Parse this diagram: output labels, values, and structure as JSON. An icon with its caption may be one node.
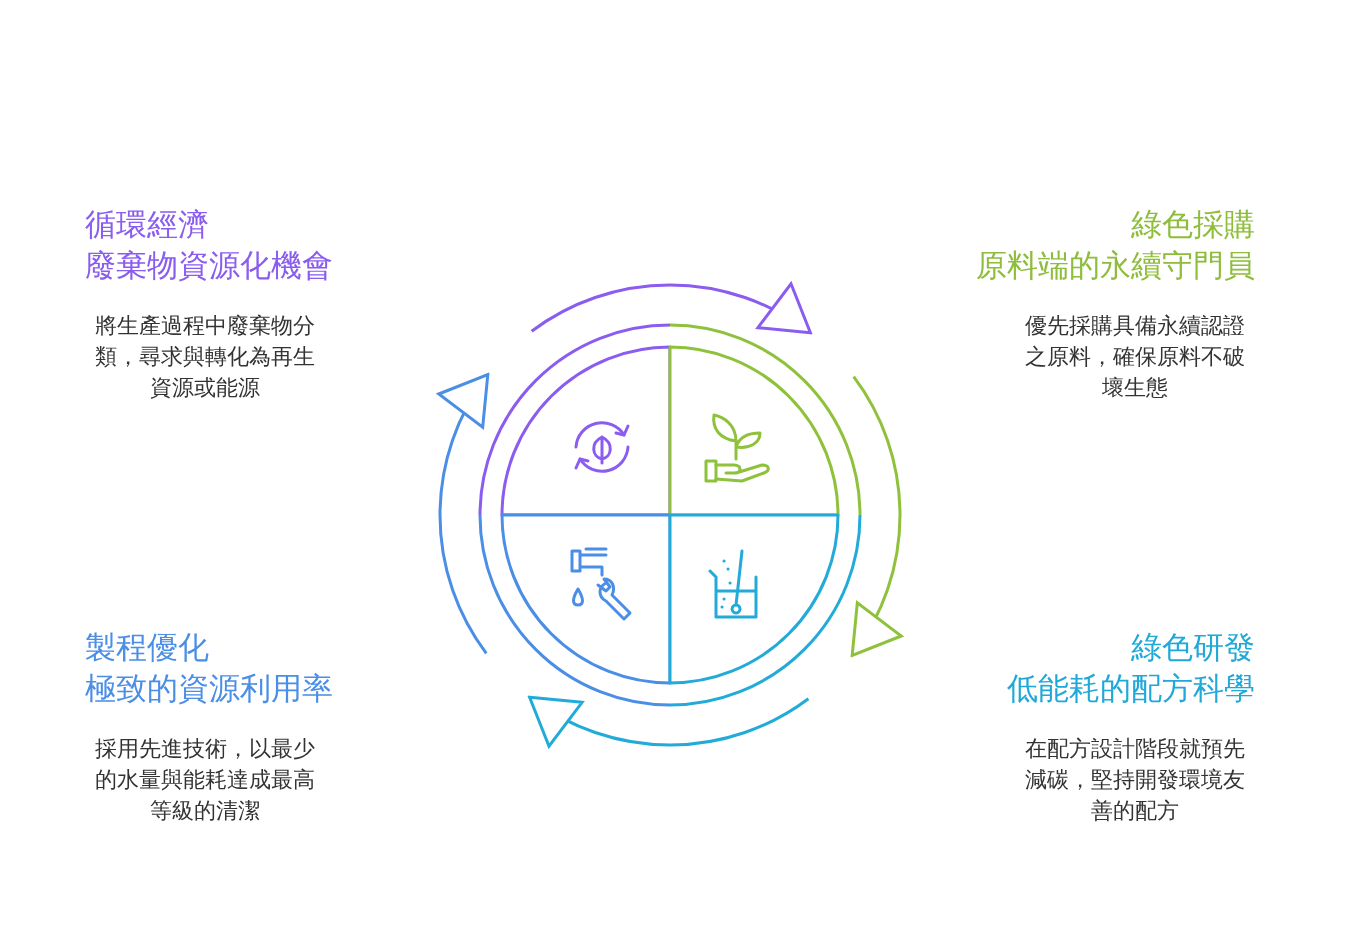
{
  "diagram": {
    "nodes": [
      {
        "text": [
          "循環經濟",
          "廢棄物資源化機會",
          "將生產過程中廢棄物分類，尋求與轉化為再生資源或能源"
        ]
      },
      {
        "text": [
          "綠色採購",
          "原料端的永續守門員",
          "優先採購具備永續認證之原料，確保原料不破壞生態"
        ]
      },
      {
        "text": [],
        "shape": "picture"
      },
      {
        "text": [],
        "shape": "picture"
      },
      {
        "text": [],
        "shape": "picture"
      },
      {
        "text": [],
        "shape": "picture"
      },
      {
        "text": [
          "製程優化",
          "極致的資源利用率",
          "採用先進技術，以最少的水量與能耗達成最高等級的清潔"
        ]
      },
      {
        "text": [
          "綠色研發",
          "低能耗的配方科學",
          "在配方設計階段就預先減碳，堅持開發環境友善的配方"
        ]
      }
    ],
    "edges": [
      {
        "from": 2,
        "to": 3,
        "arrow": "to",
        "color": "#8b5cf0"
      },
      {
        "from": 3,
        "to": 5,
        "arrow": "to",
        "color": "#8fc13c"
      },
      {
        "from": 5,
        "to": 4,
        "arrow": "to",
        "color": "#22aad9"
      },
      {
        "from": 4,
        "to": 2,
        "arrow": "to",
        "color": "#4b8ee6"
      }
    ]
  }
}
